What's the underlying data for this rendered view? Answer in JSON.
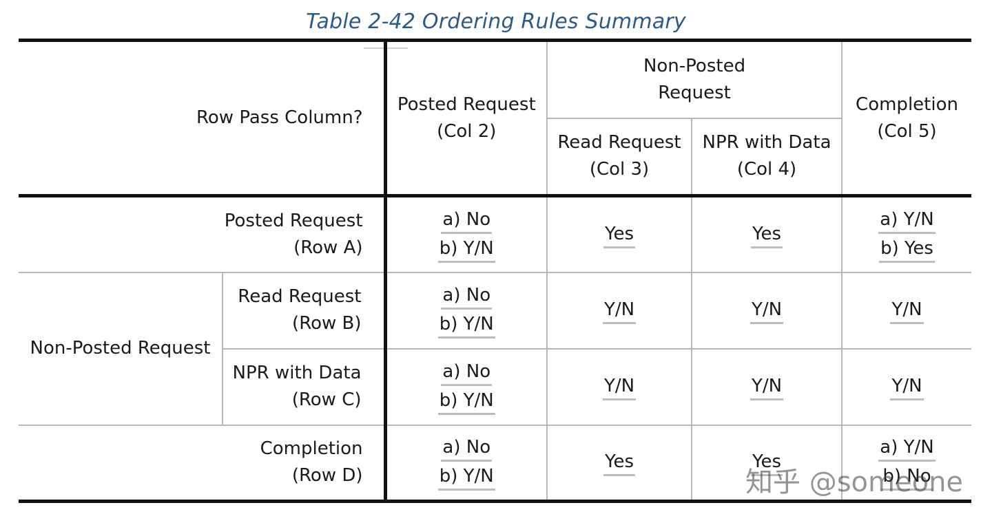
{
  "caption": "Table 2-42 Ordering Rules Summary",
  "header": {
    "corner": "Row Pass Column?",
    "col2": [
      "Posted Request",
      "(Col 2)"
    ],
    "npr_group": [
      "Non-Posted",
      "Request"
    ],
    "col3": [
      "Read Request",
      "(Col 3)"
    ],
    "col4": [
      "NPR with Data",
      "(Col 4)"
    ],
    "col5": [
      "Completion",
      "(Col 5)"
    ]
  },
  "row_group_npr": "Non-Posted Request",
  "rows": [
    {
      "label": [
        "Posted Request",
        "(Row A)"
      ],
      "col2": [
        "a) No",
        "b) Y/N"
      ],
      "col3": [
        "Yes"
      ],
      "col4": [
        "Yes"
      ],
      "col5": [
        "a) Y/N",
        "b) Yes"
      ]
    },
    {
      "label": [
        "Read Request",
        "(Row B)"
      ],
      "col2": [
        "a) No",
        "b) Y/N"
      ],
      "col3": [
        "Y/N"
      ],
      "col4": [
        "Y/N"
      ],
      "col5": [
        "Y/N"
      ]
    },
    {
      "label": [
        "NPR with Data",
        "(Row C)"
      ],
      "col2": [
        "a) No",
        "b) Y/N"
      ],
      "col3": [
        "Y/N"
      ],
      "col4": [
        "Y/N"
      ],
      "col5": [
        "Y/N"
      ]
    },
    {
      "label": [
        "Completion",
        "(Row D)"
      ],
      "col2": [
        "a) No",
        "b) Y/N"
      ],
      "col3": [
        "Yes"
      ],
      "col4": [
        "Yes"
      ],
      "col5": [
        "a) Y/N",
        "b) No"
      ]
    }
  ],
  "watermark": "知乎 @someone"
}
